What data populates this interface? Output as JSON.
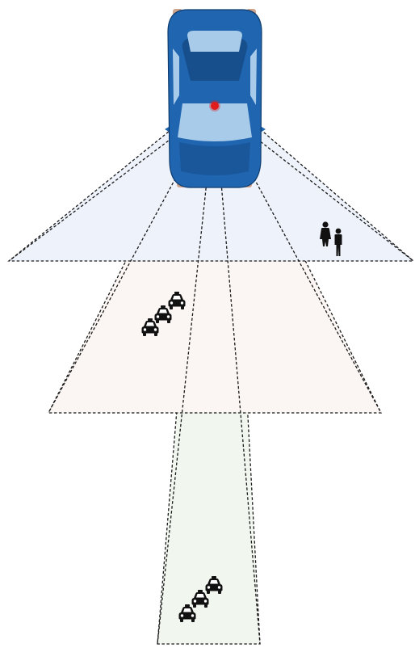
{
  "colors": {
    "near_zone_fill": "#eef3fb",
    "mid_zone_fill": "#fbf6f3",
    "far_zone_fill": "#f1f6ef",
    "dashed_line": "#1a1a1a",
    "car_body": "#1f65b0",
    "car_dark": "#164f8c",
    "car_glass": "#a9cbea",
    "sensor": "#e01c1c",
    "icon": "#111111"
  },
  "icons": {
    "vehicle": "car-top-view-icon",
    "sensor": "sensor-dot-icon",
    "pedestrians": "pedestrians-icon",
    "traffic": "car-front-icon"
  },
  "scene": {
    "zones": [
      "near-range-zone",
      "mid-range-zone",
      "long-range-zone"
    ],
    "pedestrian_group_count": 2,
    "mid_zone_car_count": 3,
    "far_zone_car_count": 3
  }
}
